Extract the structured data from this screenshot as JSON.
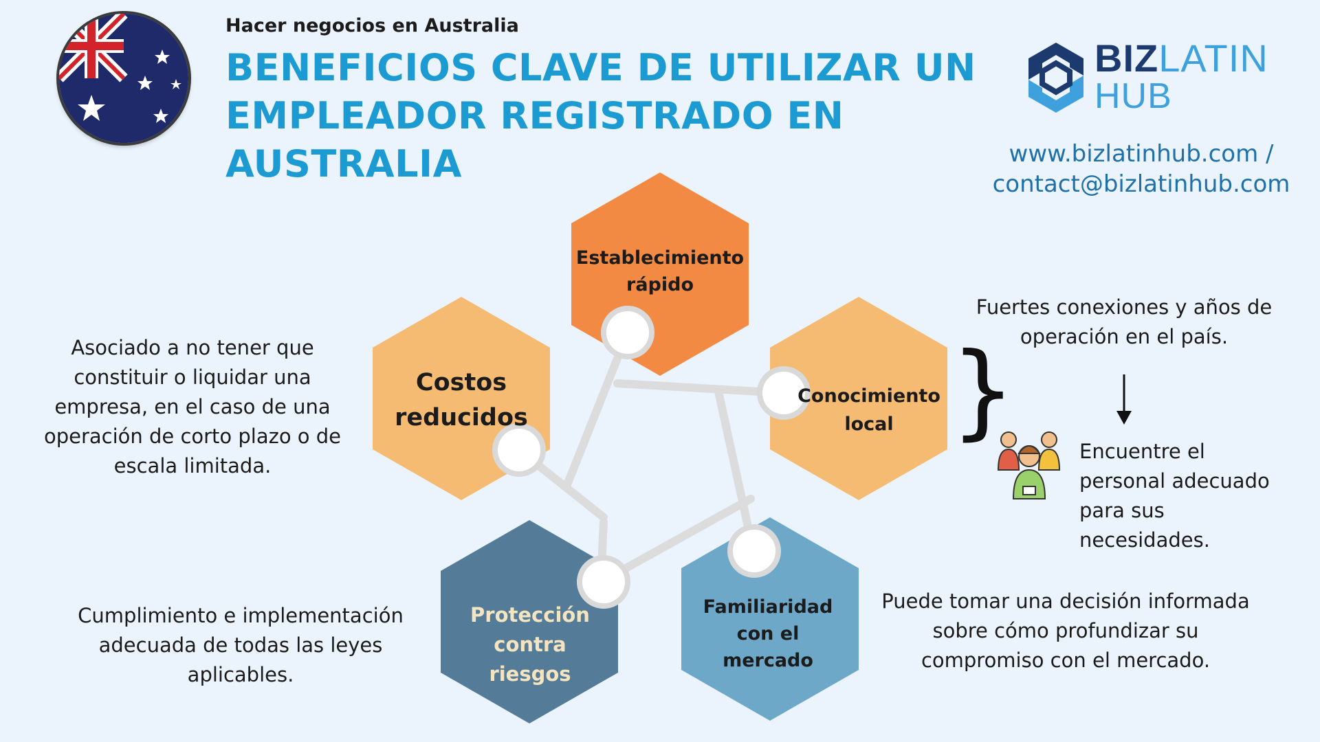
{
  "header": {
    "subtitle": "Hacer negocios en Australia",
    "title_line1": "BENEFICIOS CLAVE DE UTILIZAR UN",
    "title_line2": "EMPLEADOR REGISTRADO EN AUSTRALIA"
  },
  "logo": {
    "part1": "BIZ",
    "part2": "LATIN",
    "part3": "HUB"
  },
  "contact": {
    "website": "www.bizlatinhub.com /",
    "email": "contact@bizlatinhub.com"
  },
  "hexagons": {
    "establecimiento": {
      "line1": "Establecimiento",
      "line2": "rápido",
      "color": "#f28a43"
    },
    "costos": {
      "line1": "Costos",
      "line2": "reducidos",
      "color": "#f5bb72"
    },
    "conocimiento": {
      "line1": "Conocimiento",
      "line2": "local",
      "color": "#f5bb72"
    },
    "proteccion": {
      "line1": "Protección",
      "line2": "contra",
      "line3": "riesgos",
      "color": "#547c98"
    },
    "familiaridad": {
      "line1": "Familiaridad",
      "line2": "con el",
      "line3": "mercado",
      "color": "#6ea8c9"
    }
  },
  "descriptions": {
    "costos": [
      "Asociado a no tener que",
      "constituir o liquidar una",
      "empresa, en el caso de una",
      "operación de corto plazo o de",
      "escala limitada."
    ],
    "conocimiento": [
      "Fuertes conexiones y años de",
      "operación en el país."
    ],
    "personal": [
      "Encuentre el",
      "personal adecuado",
      "para sus",
      "necesidades."
    ],
    "proteccion": [
      "Cumplimiento e implementación",
      "adecuada de todas las leyes",
      "aplicables."
    ],
    "familiaridad": [
      "Puede tomar una decisión informada",
      "sobre cómo profundizar su",
      "compromiso con el mercado."
    ]
  },
  "icons": {
    "flag": "australia-flag-icon",
    "people": "team-people-icon",
    "arrow": "arrow-down-icon",
    "brace": "right-brace-icon"
  }
}
